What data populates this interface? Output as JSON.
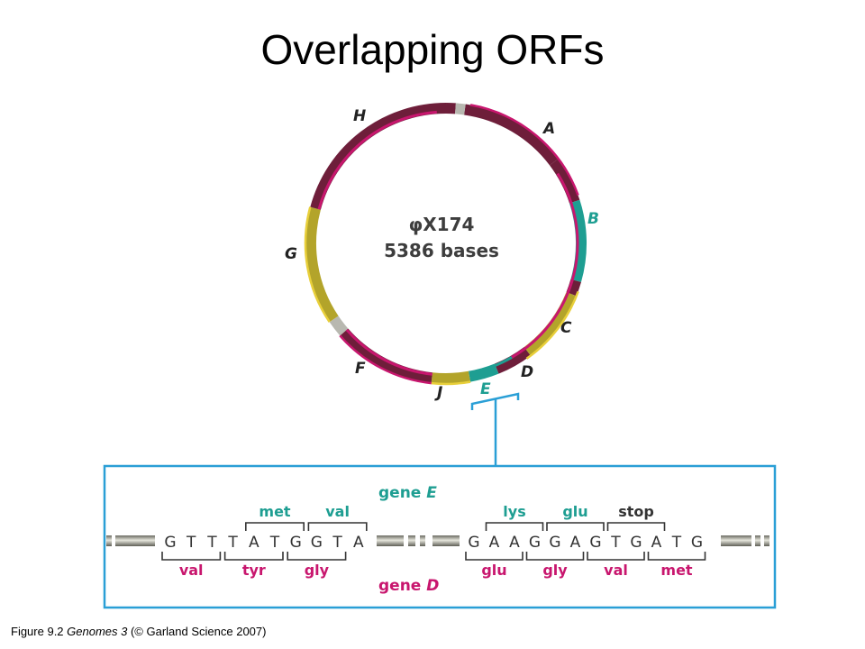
{
  "title": "Overlapping ORFs",
  "colors": {
    "magenta": "#c8166e",
    "maroon": "#6e1e3a",
    "teal": "#1e9e92",
    "olive": "#b3a42a",
    "yellow": "#e8cf3a",
    "gray": "#b8b8b0",
    "blue": "#2a9fd6",
    "aa_text_gray": "#333333"
  },
  "genome": {
    "name": "φX174",
    "size": "5386 bases"
  },
  "gene_labels": [
    "H",
    "A",
    "B",
    "C",
    "D",
    "E",
    "J",
    "F",
    "G"
  ],
  "inset": {
    "gene_e_label": "gene",
    "gene_e_letter": "E",
    "gene_d_label": "gene",
    "gene_d_letter": "D",
    "left_bases": [
      "G",
      "T",
      "T",
      "T",
      "A",
      "T",
      "G",
      "G",
      "T",
      "A"
    ],
    "right_bases": [
      "G",
      "A",
      "A",
      "G",
      "G",
      "A",
      "G",
      "T",
      "G",
      "A",
      "T",
      "G"
    ],
    "gene_e_codons_left": [
      "met",
      "val"
    ],
    "gene_e_codons_right": [
      "lys",
      "glu",
      "stop"
    ],
    "gene_d_codons_left": [
      "val",
      "tyr",
      "gly"
    ],
    "gene_d_codons_right": [
      "glu",
      "gly",
      "val",
      "met"
    ]
  },
  "caption": {
    "prefix": "Figure 9.2  ",
    "italic": "Genomes 3",
    "suffix": " (© Garland Science 2007)"
  }
}
